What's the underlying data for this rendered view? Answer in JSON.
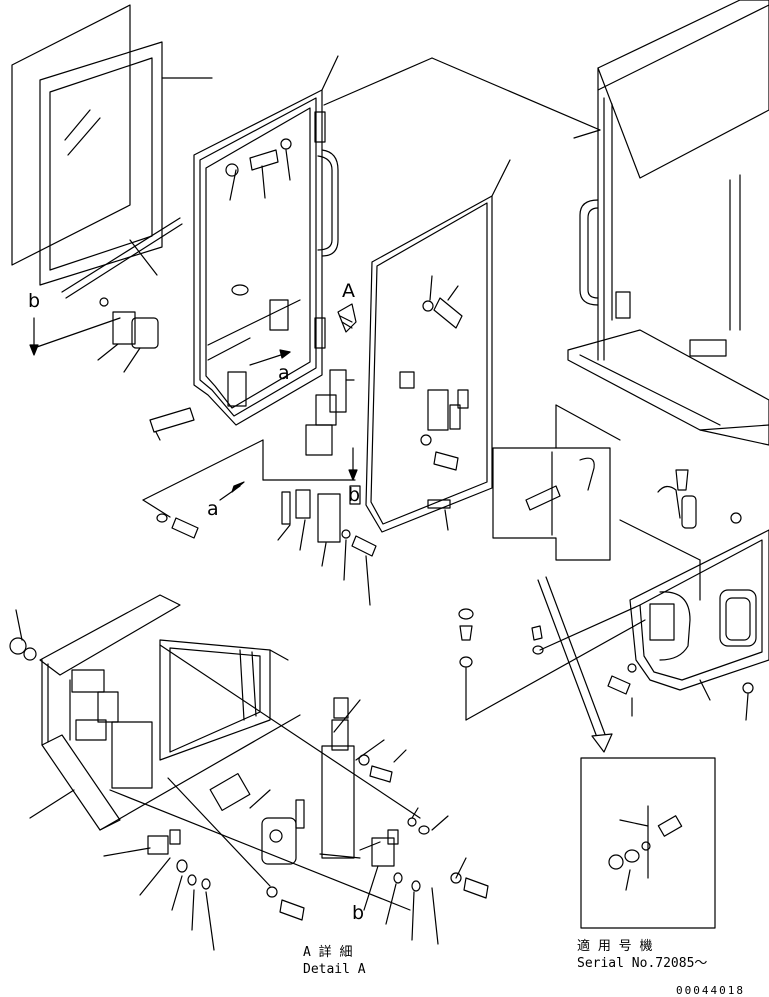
{
  "diagram": {
    "view_labels": {
      "a_upper": "a",
      "a_lower": "a",
      "b_left": "b",
      "b_lower": "b",
      "A_arrow": "A"
    },
    "detail_caption_jp": "A 詳 細",
    "detail_caption_en": "Detail A",
    "serial_caption_jp": "適 用 号 機",
    "serial_caption_en": "Serial No.72085～",
    "drawing_number": "00044018",
    "line_color": "#000000",
    "background_color": "#ffffff"
  }
}
